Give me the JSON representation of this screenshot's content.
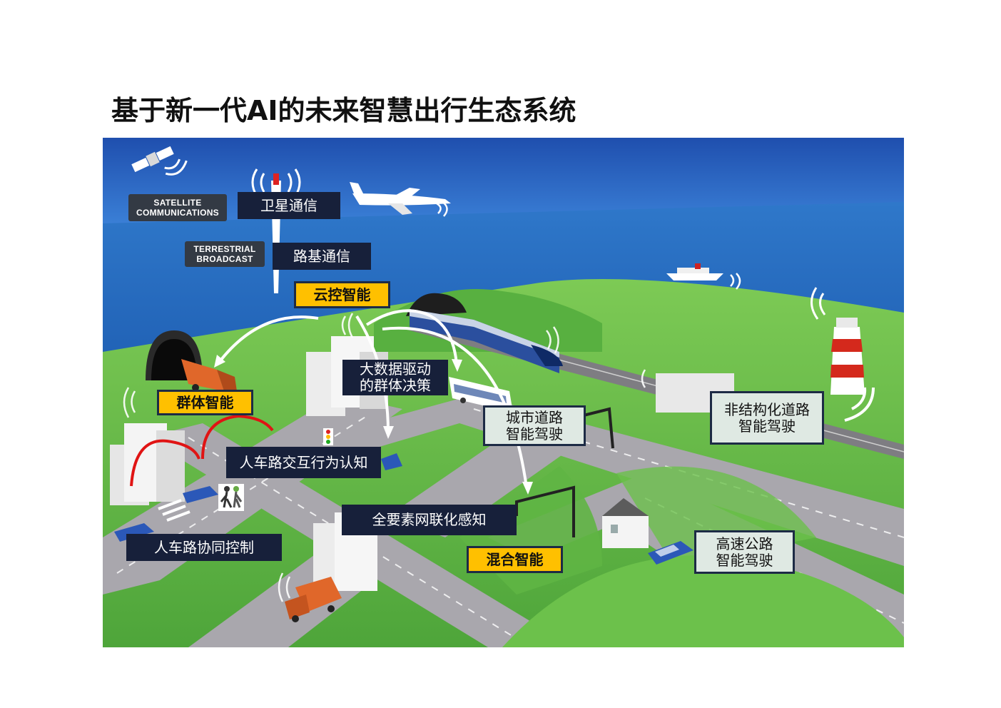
{
  "page": {
    "title": "基于新一代AI的未来智慧出行生态系统"
  },
  "badges": {
    "satellite": "SATELLITE\nCOMMUNICATIONS",
    "terrestrial": "TERRESTRIAL\nBROADCAST"
  },
  "labels": {
    "satellite_comm": "卫星通信",
    "road_comm": "路基通信",
    "cloud_control": "云控智能",
    "big_data": "大数据驱动\n的群体决策",
    "swarm": "群体智能",
    "city_road": "城市道路\n智能驾驶",
    "unstructured_road": "非结构化道路\n智能驾驶",
    "pedestrian_cognition": "人车路交互行为认知",
    "full_sensing": "全要素网联化感知",
    "cooperative_control": "人车路协同控制",
    "hybrid": "混合智能",
    "highway": "高速公路\n智能驾驶"
  },
  "colors": {
    "sky": "#2f6fd0",
    "sea": "#2e77c8",
    "grass": "#63b845",
    "road": "#a7a5ab",
    "label_dark": "#17203a",
    "label_light": "#dfe9e3",
    "label_yellow": "#ffc000",
    "arc_red": "#e01414"
  },
  "icons": [
    "satellite-icon",
    "antenna-tower-icon",
    "airplane-icon",
    "ship-icon",
    "lighthouse-icon",
    "train-icon",
    "bus-icon",
    "truck-icon",
    "car-icon",
    "pedestrian-icon",
    "traffic-light-icon",
    "house-icon",
    "tunnel-icon"
  ]
}
